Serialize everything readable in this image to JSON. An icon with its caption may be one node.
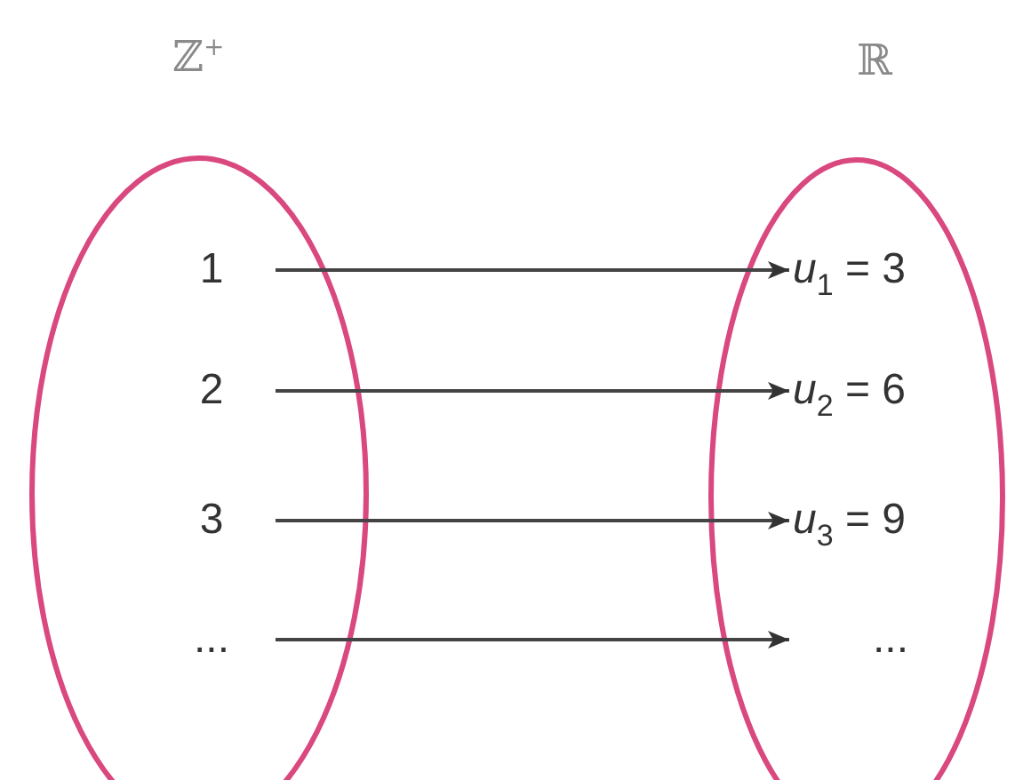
{
  "diagram": {
    "nodes": [
      {
        "text": [
          "ℤ$^{+}$"
        ]
      },
      {
        "text": [
          "1"
        ],
        "in": 0
      },
      {
        "text": [
          "2"
        ],
        "in": 0
      },
      {
        "text": [
          "3"
        ],
        "in": 0
      },
      {
        "text": [
          "..."
        ],
        "in": 0
      },
      {
        "text": [
          "ℝ"
        ]
      },
      {
        "text": [
          "*u*$_{1}$ = 3"
        ],
        "in": 5
      },
      {
        "text": [
          "*u*$_{2}$ = 6"
        ],
        "in": 5
      },
      {
        "text": [
          "*u*$_{3}$ = 9"
        ],
        "in": 5
      },
      {
        "text": [
          "..."
        ],
        "in": 5
      }
    ],
    "edges": [
      {
        "from": 1,
        "to": 6,
        "arrow": "to"
      },
      {
        "from": 2,
        "to": 7,
        "arrow": "to"
      },
      {
        "from": 3,
        "to": 8,
        "arrow": "to"
      },
      {
        "from": 4,
        "to": 9,
        "arrow": "to"
      }
    ]
  }
}
